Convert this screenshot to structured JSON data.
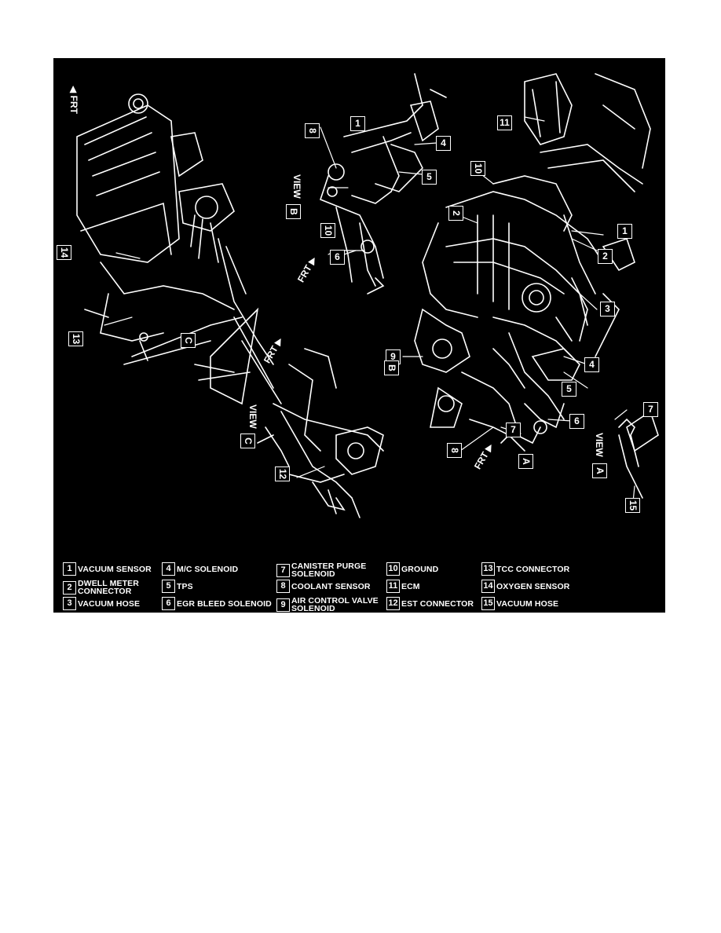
{
  "diagram": {
    "callouts": [
      "1",
      "2",
      "3",
      "4",
      "5",
      "6",
      "7",
      "8",
      "9",
      "10",
      "11",
      "12",
      "13",
      "14",
      "15"
    ],
    "view_labels": {
      "view_word": "VIEW",
      "a": "A",
      "b": "B",
      "c": "C"
    },
    "frt_label": "FRT",
    "legend": [
      {
        "num": "1",
        "text": "VACUUM SENSOR"
      },
      {
        "num": "2",
        "text": "DWELL METER\nCONNECTOR"
      },
      {
        "num": "3",
        "text": "VACUUM HOSE"
      },
      {
        "num": "4",
        "text": "M/C SOLENOID"
      },
      {
        "num": "5",
        "text": "TPS"
      },
      {
        "num": "6",
        "text": "EGR BLEED SOLENOID"
      },
      {
        "num": "7",
        "text": "CANISTER PURGE\nSOLENOID"
      },
      {
        "num": "8",
        "text": "COOLANT SENSOR"
      },
      {
        "num": "9",
        "text": "AIR CONTROL VALVE\nSOLENOID"
      },
      {
        "num": "10",
        "text": "GROUND"
      },
      {
        "num": "11",
        "text": "ECM"
      },
      {
        "num": "12",
        "text": "EST CONNECTOR"
      },
      {
        "num": "13",
        "text": "TCC CONNECTOR"
      },
      {
        "num": "14",
        "text": "OXYGEN SENSOR"
      },
      {
        "num": "15",
        "text": "VACUUM HOSE"
      }
    ],
    "colors": {
      "background": "#000000",
      "line": "#ffffff",
      "page": "#ffffff"
    }
  }
}
